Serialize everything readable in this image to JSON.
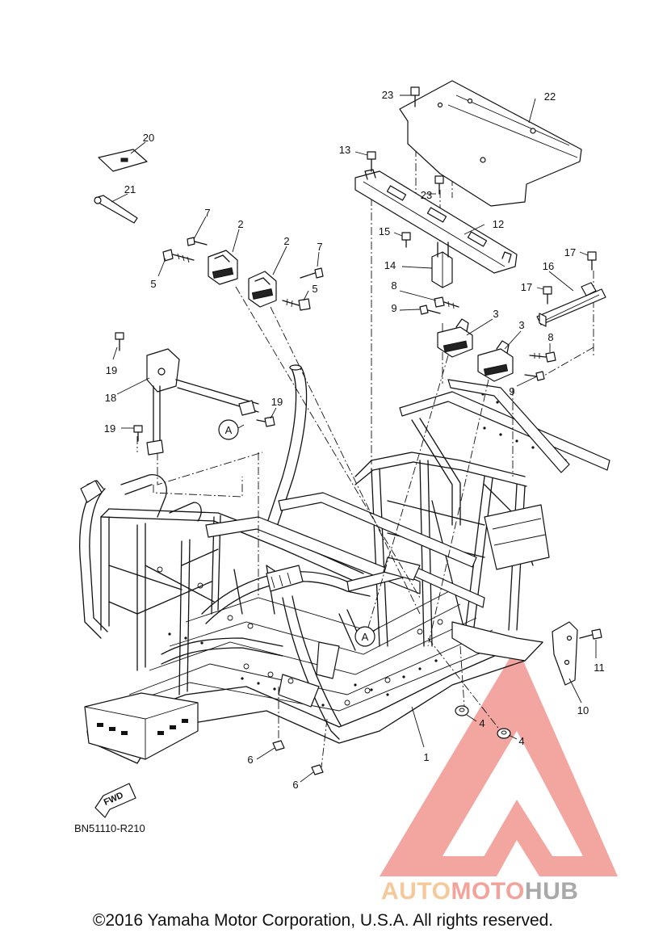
{
  "diagram": {
    "callouts": [
      {
        "label": "1",
        "role": "main-frame"
      },
      {
        "label": "2",
        "role": "engine-mount-front-left"
      },
      {
        "label": "2",
        "role": "engine-mount-front-right"
      },
      {
        "label": "3",
        "role": "engine-mount-rear-left"
      },
      {
        "label": "3",
        "role": "engine-mount-rear-right"
      },
      {
        "label": "4",
        "role": "grommet-left"
      },
      {
        "label": "4",
        "role": "grommet-right"
      },
      {
        "label": "5",
        "role": "bolt-left"
      },
      {
        "label": "5",
        "role": "bolt-right"
      },
      {
        "label": "6",
        "role": "nut-left"
      },
      {
        "label": "6",
        "role": "nut-right"
      },
      {
        "label": "7",
        "role": "bolt-left"
      },
      {
        "label": "7",
        "role": "bolt-right"
      },
      {
        "label": "8",
        "role": "bolt-left"
      },
      {
        "label": "8",
        "role": "bolt-right"
      },
      {
        "label": "9",
        "role": "bolt-left"
      },
      {
        "label": "9",
        "role": "bolt-right"
      },
      {
        "label": "10",
        "role": "bracket"
      },
      {
        "label": "11",
        "role": "bolt"
      },
      {
        "label": "12",
        "role": "cross-member"
      },
      {
        "label": "13",
        "role": "bolt"
      },
      {
        "label": "14",
        "role": "bracket"
      },
      {
        "label": "15",
        "role": "bolt"
      },
      {
        "label": "16",
        "role": "stay"
      },
      {
        "label": "17",
        "role": "bolt-top"
      },
      {
        "label": "17",
        "role": "bolt-bottom"
      },
      {
        "label": "18",
        "role": "bracket"
      },
      {
        "label": "19",
        "role": "bolt-top"
      },
      {
        "label": "19",
        "role": "bolt-middle"
      },
      {
        "label": "19",
        "role": "bolt-bottom"
      },
      {
        "label": "20",
        "role": "label-plate"
      },
      {
        "label": "21",
        "role": "pin"
      },
      {
        "label": "22",
        "role": "cover-plate"
      },
      {
        "label": "23",
        "role": "bolt-top"
      },
      {
        "label": "23",
        "role": "bolt-lower"
      }
    ],
    "reference_markers": [
      "A",
      "A"
    ],
    "direction_label": "FWD",
    "diagram_code": "BN51110-R210"
  },
  "watermark": {
    "part1": "AUTO",
    "part2": "MOTO",
    "part3": "HUB",
    "colors": {
      "auto": "#f6c99a",
      "moto": "#f2a39a",
      "hub": "#a9a9a9",
      "logo": "#f08d86"
    }
  },
  "footer": {
    "copyright": "©2016 Yamaha Motor Corporation, U.S.A. All rights reserved."
  }
}
